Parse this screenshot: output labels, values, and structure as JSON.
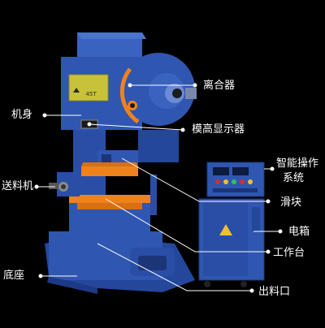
{
  "colors": {
    "background": "#000000",
    "machine_blue": "#2f56b0",
    "machine_dark": "#1d3a86",
    "orange": "#f0821e",
    "nameplate": "#c8c23a",
    "leader_line": "#ffffff"
  },
  "nameplate": {
    "model": "45T"
  },
  "labels": {
    "clutch": "离合器",
    "body": "机身",
    "die_height_display": "模高显示器",
    "smart_control_line1": "智能操作",
    "smart_control_line2": "系统",
    "feeder": "送料机",
    "slider": "滑块",
    "electric_box": "电箱",
    "worktable": "工作台",
    "base": "底座",
    "discharge_port": "出料口"
  }
}
